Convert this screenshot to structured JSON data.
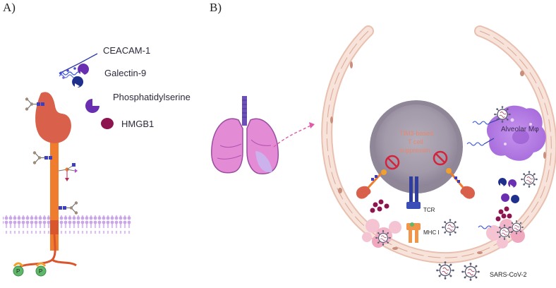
{
  "panels": {
    "a_label": "A)",
    "b_label": "B)"
  },
  "legend": {
    "ceacam": "CEACAM-1",
    "galectin": "Galectin-9",
    "phosphatidylserine": "Phosphatidylserine",
    "hmgb1": "HMGB1"
  },
  "phospho": {
    "p1": "P",
    "p2": "P"
  },
  "alveolus": {
    "tcell_line1": "TIM3-based",
    "tcell_line2": "T cell",
    "tcell_line3": "suppressin",
    "macrophage": "Alveolar Mφ",
    "tcr": "TCR",
    "mhc": "MHC I",
    "virus": "SARS-CoV-2"
  },
  "colors": {
    "tim3_orange": "#f07d2e",
    "tim3_head": "#d9604a",
    "galectin_navy": "#1f2f8c",
    "ps_purple": "#6a2fb0",
    "hmgb1_maroon": "#8e1450",
    "membrane": "#c9a6e8",
    "lung_pink": "#e48bd6",
    "tcell_grey": "#a8a0b0",
    "block_red": "#d2243c"
  }
}
